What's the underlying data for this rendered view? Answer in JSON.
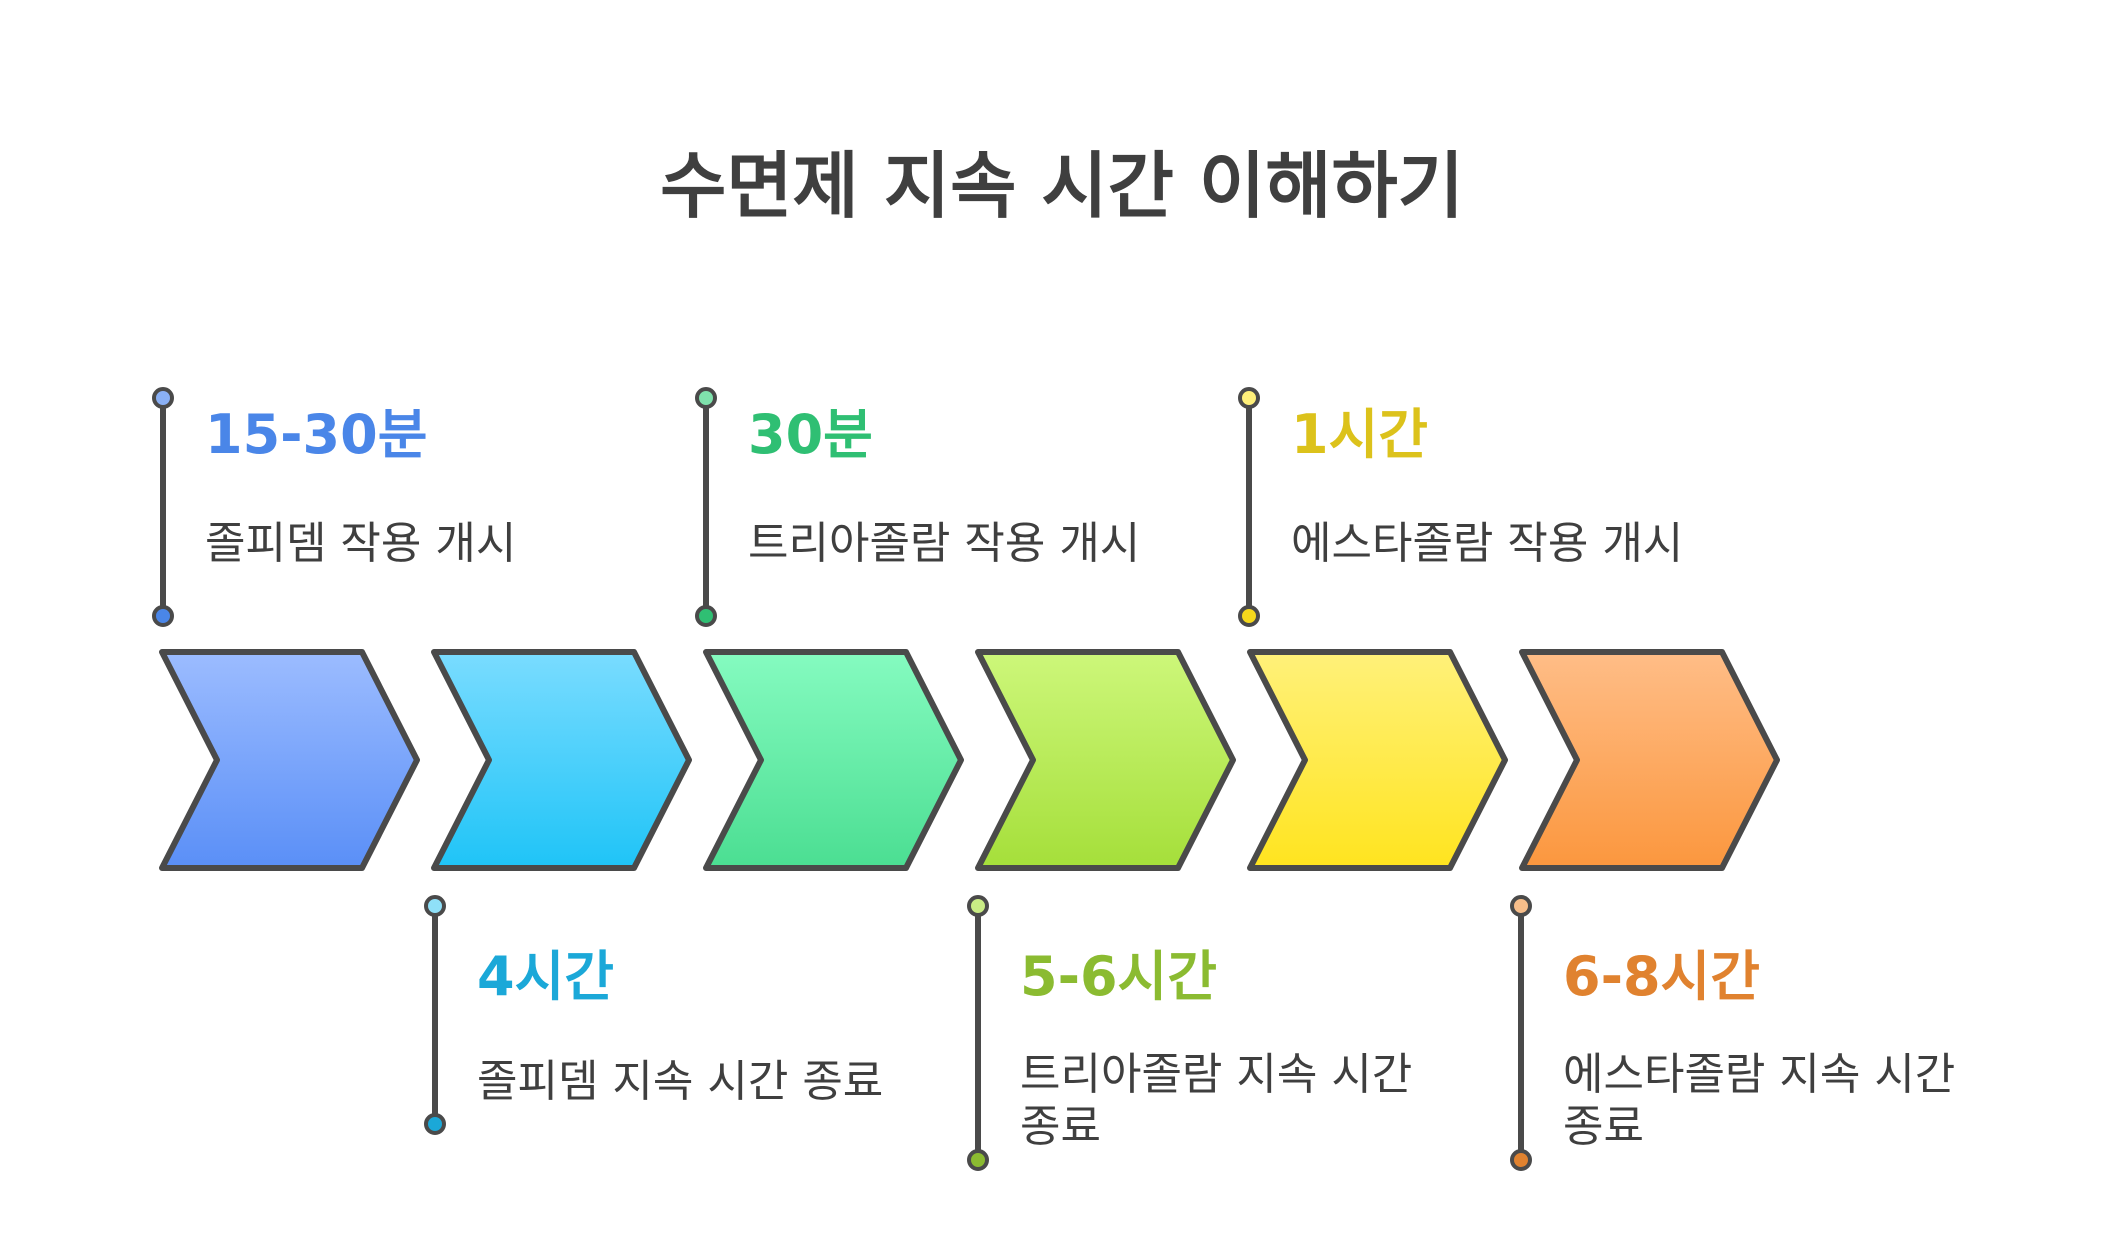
{
  "title": "수면제 지속 시간 이해하기",
  "stages": [
    {
      "time": "15-30분",
      "description": "졸피뎀 작용 개시",
      "color": "#4a86e8"
    },
    {
      "time": "4시간",
      "description": "졸피뎀 지속 시간 종료",
      "color": "#1ba8d8"
    },
    {
      "time": "30분",
      "description": "트리아졸람 작용 개시",
      "color": "#2fbf73"
    },
    {
      "time": "5-6시간",
      "description": "트리아졸람 지속 시간 종료",
      "color": "#8bbb31"
    },
    {
      "time": "1시간",
      "description": "에스타졸람 작용 개시",
      "color": "#dcc21b"
    },
    {
      "time": "6-8시간",
      "description": "에스타졸람 지속 시간 종료",
      "color": "#e0822f"
    }
  ]
}
